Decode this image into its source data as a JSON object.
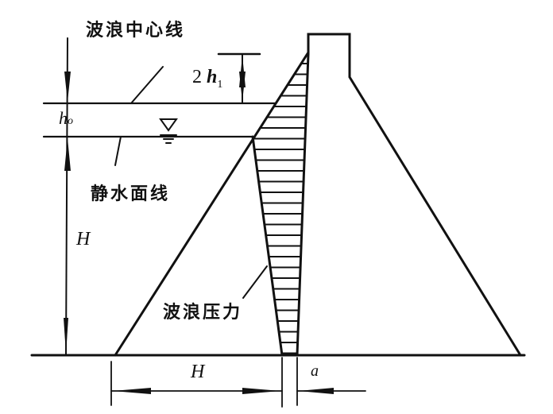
{
  "labels": {
    "wave_center_line": "波浪中心线",
    "still_water_line": "静水面线",
    "wave_pressure": "波浪压力",
    "two_h1_coef": "2",
    "two_h1_var": "h",
    "two_h1_sub": "1",
    "h0_var": "h",
    "h0_sub": "o",
    "H_vertical": "H",
    "H_horizontal": "H",
    "a": "a"
  },
  "colors": {
    "ink": "#111111",
    "background": "#ffffff"
  }
}
